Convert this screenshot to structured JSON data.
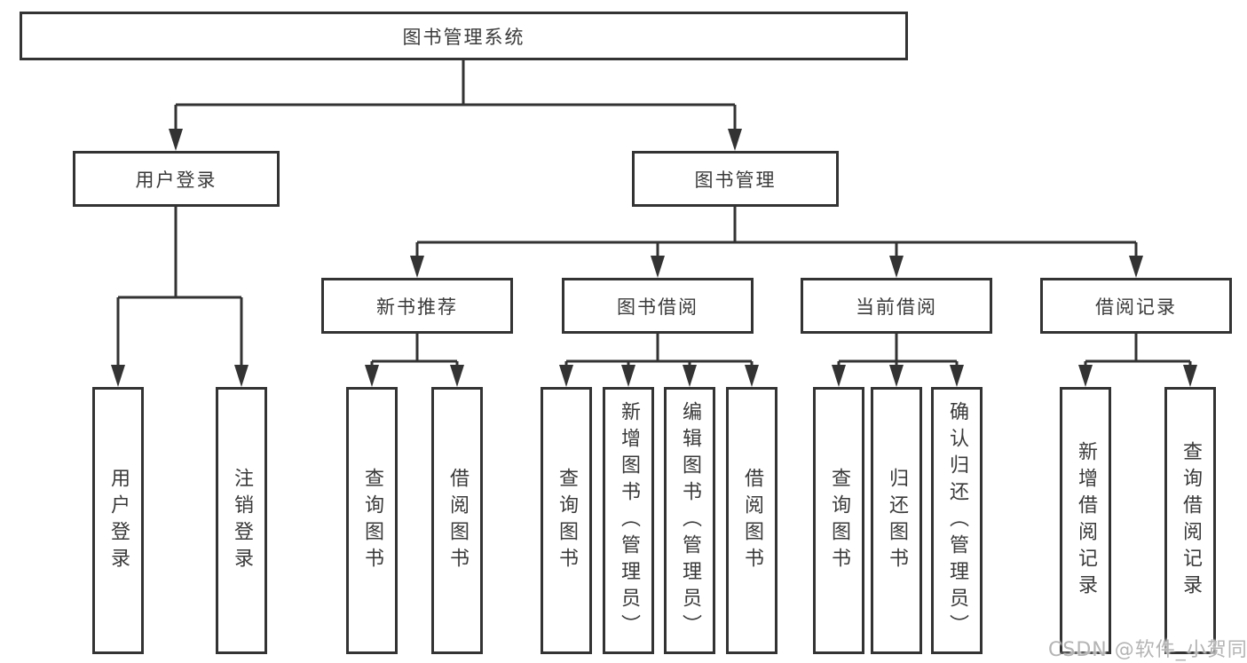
{
  "tree": {
    "root": {
      "label": "图书管理系统"
    },
    "user_login": {
      "label": "用户登录",
      "leaves": [
        "用户登录",
        "注销登录"
      ]
    },
    "book_mgmt": {
      "label": "图书管理"
    },
    "groups": {
      "new_book_rec": {
        "label": "新书推荐",
        "leaves": [
          "查询图书",
          "借阅图书"
        ]
      },
      "book_borrow": {
        "label": "图书借阅",
        "leaves": [
          "查询图书",
          "新增图书（管理员）",
          "编辑图书（管理员）",
          "借阅图书"
        ]
      },
      "current_borrow": {
        "label": "当前借阅",
        "leaves": [
          "查询图书",
          "归还图书",
          "确认归还（管理员）"
        ]
      },
      "borrow_records": {
        "label": "借阅记录",
        "leaves": [
          "新增借阅记录",
          "查询借阅记录"
        ]
      }
    }
  },
  "watermark": {
    "text": "CSDN @软件_小贺同学"
  },
  "colors": {
    "line": "#333333",
    "text": "#3a3a3a",
    "background": "#ffffff",
    "watermark": "#b4b4b4"
  }
}
